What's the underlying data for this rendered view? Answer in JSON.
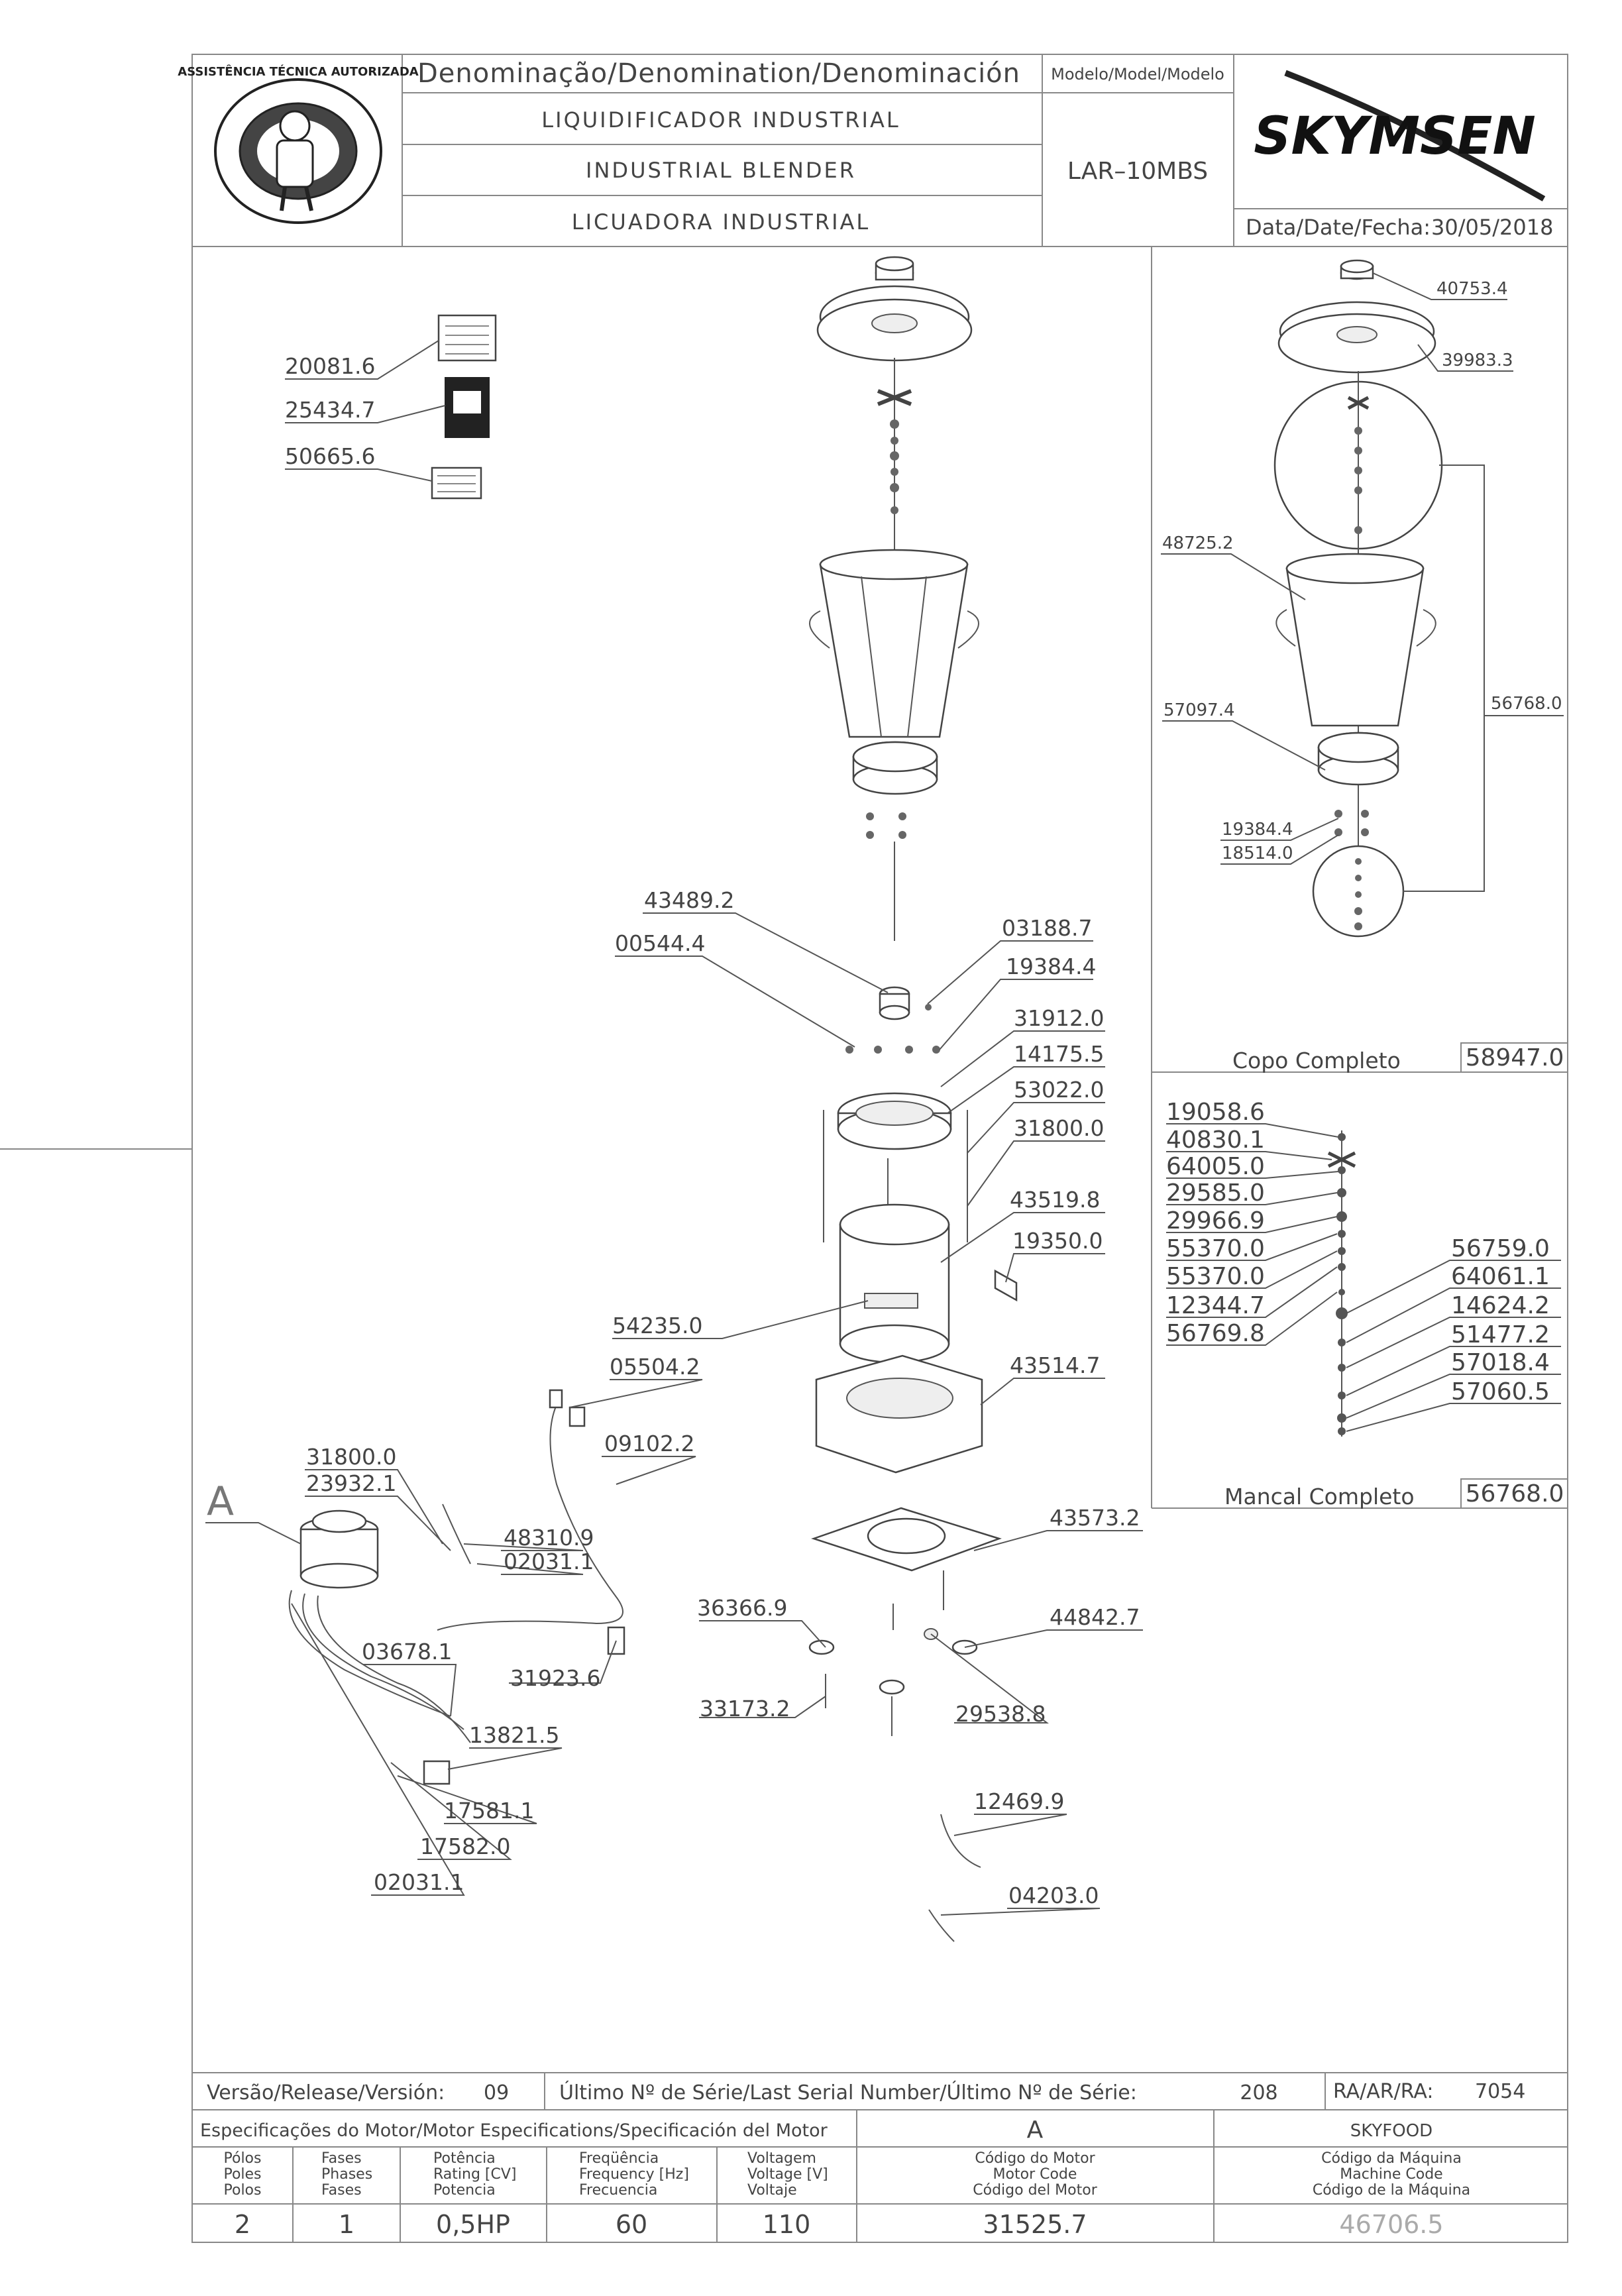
{
  "header": {
    "denomination_label": "Denominação/Denomination/Denominación",
    "name_pt": "LIQUIDIFICADOR  INDUSTRIAL",
    "name_en": "INDUSTRIAL  BLENDER",
    "name_es": "LICUADORA  INDUSTRIAL",
    "model_label": "Modelo/Model/Modelo",
    "model_value": "LAR–10MBS",
    "brand": "SKYMSEN",
    "date_label": "Data/Date/Fecha:",
    "date_value": "30/05/2018",
    "seal_text": "ASSISTÊNCIA TÉCNICA AUTORIZADA"
  },
  "main_parts": {
    "labels": [
      "20081.6",
      "25434.7",
      "50665.6",
      "43489.2",
      "00544.4",
      "03188.7",
      "19384.4",
      "31912.0",
      "14175.5",
      "53022.0",
      "31800.0",
      "43519.8",
      "19350.0",
      "54235.0",
      "05504.2",
      "09102.2",
      "43514.7",
      "31800.0",
      "23932.1",
      "48310.9",
      "02031.1",
      "43573.2",
      "36366.9",
      "44842.7",
      "03678.1",
      "31923.6",
      "33173.2",
      "29538.8",
      "13821.5",
      "17581.1",
      "17582.0",
      "02031.1",
      "12469.9",
      "04203.0"
    ],
    "callout_a": "A"
  },
  "copo": {
    "labels": [
      "40753.4",
      "39983.3",
      "48725.2",
      "57097.4",
      "56768.0",
      "19384.4",
      "18514.0"
    ],
    "title": "Copo  Completo",
    "code": "58947.0"
  },
  "mancal": {
    "labels_left": [
      "19058.6",
      "40830.1",
      "64005.0",
      "29585.0",
      "29966.9",
      "55370.0",
      "55370.0",
      "12344.7",
      "56769.8"
    ],
    "labels_right": [
      "56759.0",
      "64061.1",
      "14624.2",
      "51477.2",
      "57018.4",
      "57060.5"
    ],
    "title": "Mancal  Completo",
    "code": "56768.0"
  },
  "footer": {
    "version_label": "Versão/Release/Versión:",
    "version_value": "09",
    "serial_label": "Último  Nº  de  Série/Last  Serial  Number/Último  Nº  de  Série:",
    "serial_value": "208",
    "ra_label": "RA/AR/RA:",
    "ra_value": "7054",
    "motor_spec_label": "Especificações do Motor/Motor Especifications/Specificación del Motor",
    "motor_letter": "A",
    "maker": "SKYFOOD",
    "col_poles": [
      "Pólos",
      "Poles",
      "Polos"
    ],
    "col_phases": [
      "Fases",
      "Phases",
      "Fases"
    ],
    "col_power": [
      "Potência",
      "Rating [CV]",
      "Potencia"
    ],
    "col_freq": [
      "Freqüência",
      "Frequency [Hz]",
      "Frecuencia"
    ],
    "col_volt": [
      "Voltagem",
      "Voltage [V]",
      "Voltaje"
    ],
    "col_motor_code": [
      "Código do Motor",
      "Motor Code",
      "Código del Motor"
    ],
    "col_machine_code": [
      "Código da Máquina",
      "Machine Code",
      "Código de la Máquina"
    ],
    "poles": "2",
    "phases": "1",
    "power": "0,5HP",
    "frequency": "60",
    "voltage": "110",
    "motor_code": "31525.7",
    "machine_code": "46706.5"
  }
}
